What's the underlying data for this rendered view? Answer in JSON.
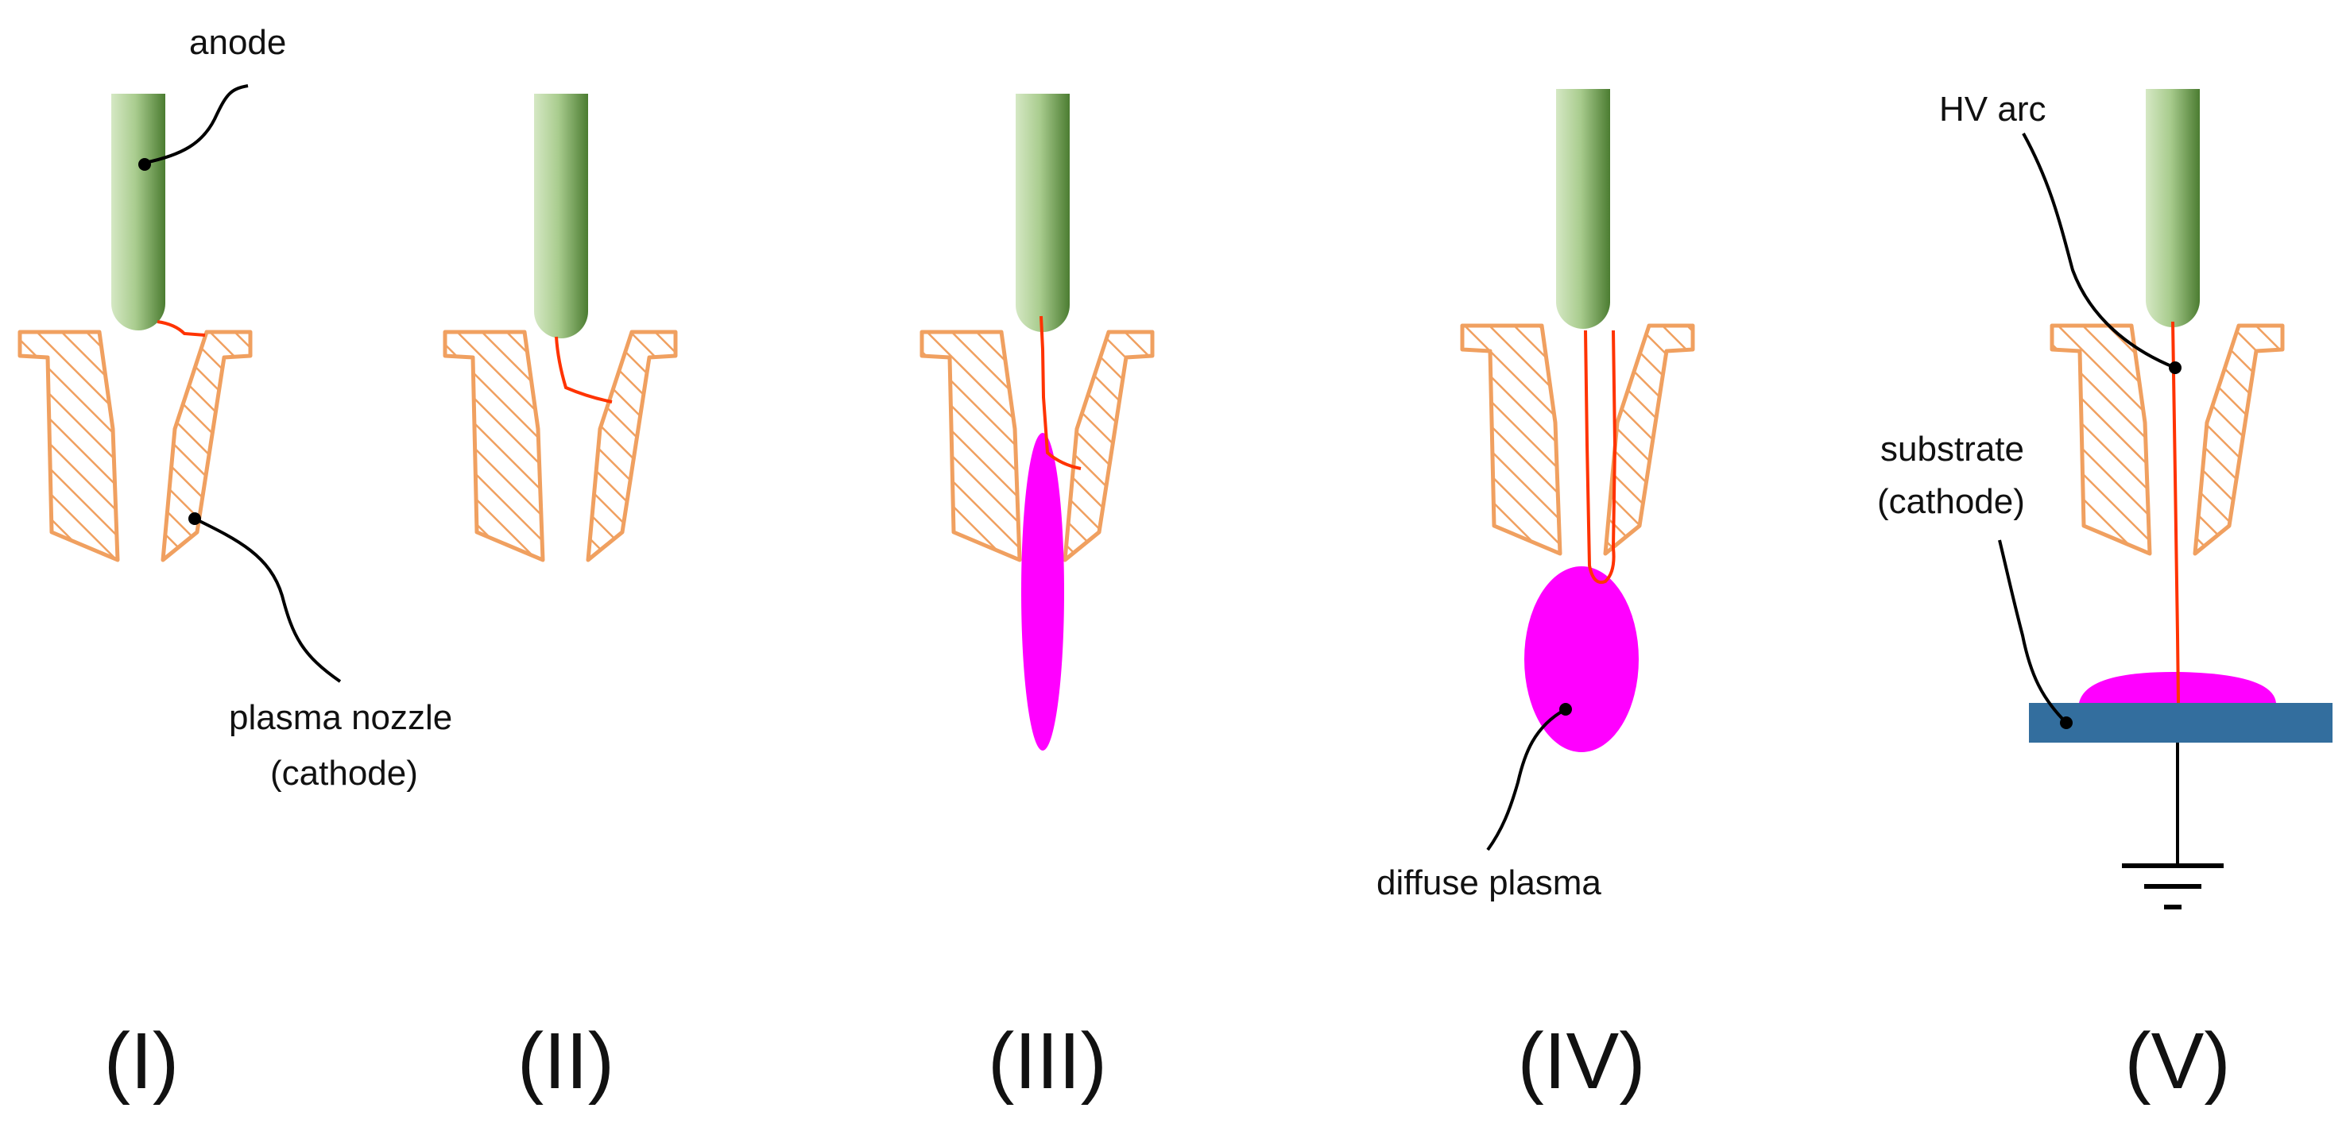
{
  "labels": {
    "anode": "anode",
    "nozzle_line1": "plasma nozzle",
    "nozzle_line2": "(cathode)",
    "diffuse_plasma": "diffuse plasma",
    "hv_arc": "HV arc",
    "substrate_line1": "substrate",
    "substrate_line2": "(cathode)"
  },
  "panels": [
    "(I)",
    "(II)",
    "(III)",
    "(IV)",
    "(V)"
  ],
  "colors": {
    "electrode_light": "#cfe3bd",
    "electrode_dark": "#4e7f34",
    "nozzle_hatch": "#f0a060",
    "arc": "#ff3300",
    "plasma": "#ff00ff",
    "substrate": "#336e9e",
    "leader": "#000000"
  }
}
